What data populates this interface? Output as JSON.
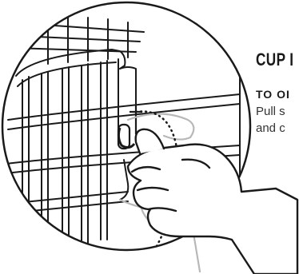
{
  "heading": "CUP I",
  "subheading": "TO OI",
  "body_lines": [
    "Pull s",
    "and c"
  ],
  "colors": {
    "stroke": "#1a1a1a",
    "ghost": "#b8b8b8",
    "background": "#ffffff"
  },
  "icons": [
    "hand-pulling-icon",
    "crate-door-icon",
    "latch-icon"
  ]
}
